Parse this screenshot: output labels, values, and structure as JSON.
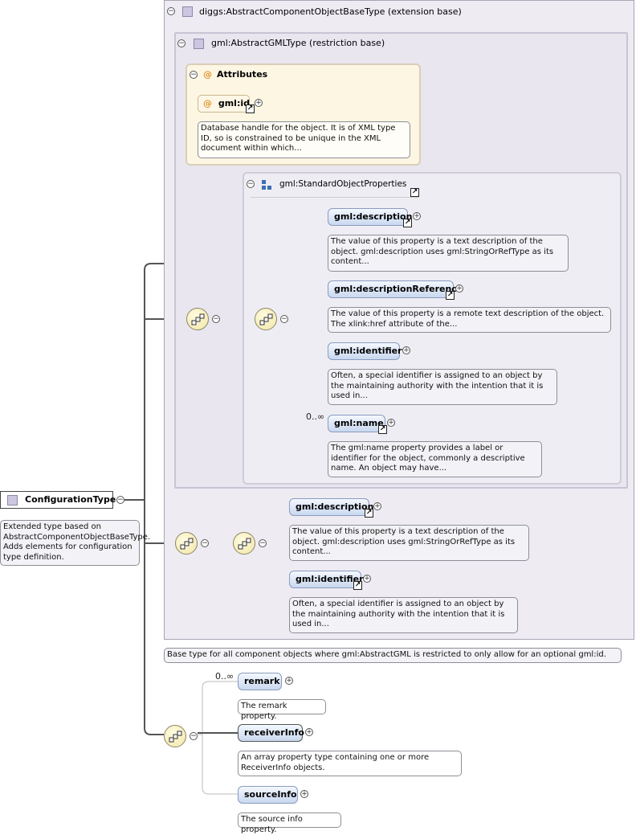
{
  "root": {
    "name": "ConfigurationType",
    "doc": "Extended type based on AbstractComponentObjectBaseType. Adds elements for configuration type definition."
  },
  "outer_panel": {
    "title": "diggs:AbstractComponentObjectBaseType (extension base)",
    "doc": "Base type for all component objects where gml:AbstractGML is restricted to only allow for an optional gml:id."
  },
  "inner_panel": {
    "title": "gml:AbstractGMLType (restriction base)"
  },
  "attributes": {
    "title": "Attributes",
    "at_symbol": "@",
    "id_name": "gml:id",
    "id_doc": "Database handle for the object. It is of XML type ID, so is constrained to be unique in the XML document within which..."
  },
  "group": {
    "title": "gml:StandardObjectProperties",
    "elements": [
      {
        "name": "gml:description",
        "doc": "The value of this property is a text description of the object. gml:description uses gml:StringOrRefType as its content..."
      },
      {
        "name": "gml:descriptionReference",
        "doc": "The value of this property is a remote text description of the object. The xlink:href attribute of the..."
      },
      {
        "name": "gml:identifier",
        "doc": "Often, a special identifier is assigned to an object by the maintaining authority with the intention that it is used in..."
      },
      {
        "name": "gml:name",
        "doc": "The gml:name property provides a label or identifier for the object, commonly a descriptive name. An object may have...",
        "occurs": "0..∞"
      }
    ]
  },
  "second_seq": {
    "elements": [
      {
        "name": "gml:description",
        "doc": "The value of this property is a text description of the object. gml:description uses gml:StringOrRefType as its content..."
      },
      {
        "name": "gml:identifier",
        "doc": "Often, a special identifier is assigned to an object by the maintaining authority with the intention that it is used in..."
      }
    ]
  },
  "bottom_seq": {
    "elements": [
      {
        "name": "remark",
        "doc": "The remark property.",
        "occurs": "0..∞"
      },
      {
        "name": "receiverInfo",
        "doc": "An array property type containing one or more ReceiverInfo objects."
      },
      {
        "name": "sourceInfo",
        "doc": "The source info property."
      }
    ]
  },
  "symbols": {
    "minus": "−",
    "plus": "+",
    "link": "↗"
  },
  "colors": {
    "panel": "#eeebf3",
    "attribute_bg": "#fdf6e3",
    "element_gradient_end": "#c9d8ef",
    "sequence_fill": "#f1e6a8"
  }
}
